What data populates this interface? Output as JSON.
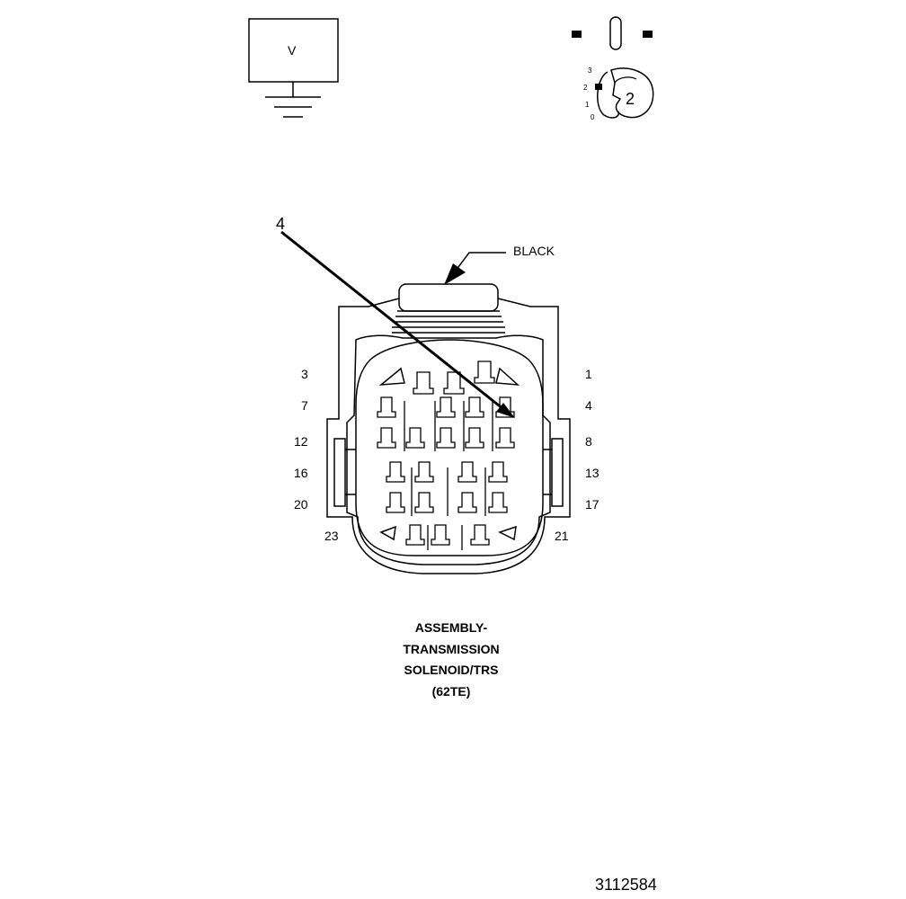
{
  "voltmeter": {
    "symbol": "V"
  },
  "selector": {
    "positions": [
      "3",
      "2",
      "1",
      "0"
    ],
    "setting": "2"
  },
  "callout": {
    "number": "4"
  },
  "connector": {
    "color_label": "BLACK",
    "pins_left": [
      "3",
      "7",
      "12",
      "16",
      "20",
      "23"
    ],
    "pins_right": [
      "1",
      "4",
      "8",
      "13",
      "17",
      "21"
    ]
  },
  "caption": {
    "lines": [
      "ASSEMBLY-",
      "TRANSMISSION",
      "SOLENOID/TRS",
      "(62TE)"
    ]
  },
  "figure_number": "3112584"
}
